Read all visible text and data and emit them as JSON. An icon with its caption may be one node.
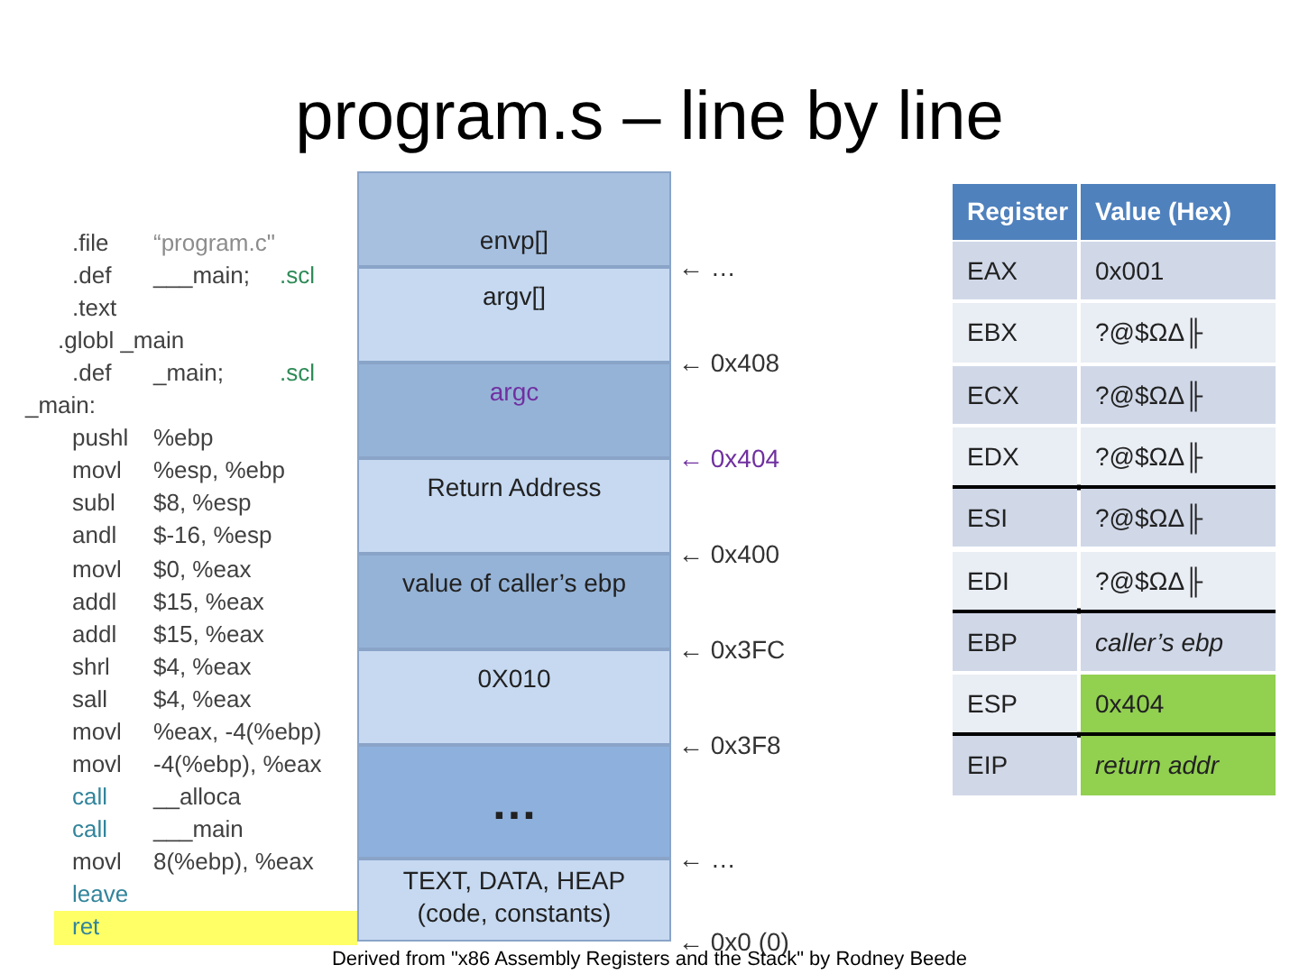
{
  "diagram": {
    "title": "program.s – line by line",
    "caption": "Derived from \"x86 Assembly Registers and the Stack\" by Rodney Beede",
    "nodes": [
      {
        "text": [
          "envp[]"
        ]
      },
      {
        "text": [
          "argv[]"
        ]
      },
      {
        "text": [
          "argc"
        ]
      },
      {
        "text": [
          "Return Address"
        ]
      },
      {
        "text": [
          "value of caller’s ebp"
        ]
      },
      {
        "text": [
          "0X010"
        ]
      },
      {
        "text": [
          "…"
        ]
      },
      {
        "text": [
          "TEXT, DATA, HEAP (code, constants)"
        ]
      }
    ],
    "labels": [
      ".file",
      "“program.c\"",
      ".def",
      "___main;",
      ".scl",
      ".text",
      ".globl _main",
      ".def",
      "_main;",
      ".scl",
      "_main:",
      "pushl",
      "%ebp",
      "movl",
      "%esp, %ebp",
      "subl",
      "$8, %esp",
      "andl",
      "$-16, %esp",
      "movl",
      "$0, %eax",
      "addl",
      "$15, %eax",
      "addl",
      "$15, %eax",
      "shrl",
      "$4, %eax",
      "sall",
      "$4, %eax",
      "movl",
      "%eax, -4(%ebp)",
      "movl",
      "-4(%ebp), %eax",
      "call",
      "__alloca",
      "call",
      "___main",
      "movl",
      "8(%ebp), %eax",
      "leave",
      "ret",
      "← …",
      "← 0x408",
      "← 0x404",
      "← 0x400",
      "← 0x3FC",
      "← 0x3F8",
      "← …",
      "← 0x0 (0)",
      "Register",
      "Value (Hex)",
      "EAX",
      "0x001",
      "EBX",
      "?@$ΩΔ╟",
      "ECX",
      "?@$ΩΔ╟",
      "EDX",
      "?@$ΩΔ╟",
      "ESI",
      "?@$ΩΔ╟",
      "EDI",
      "?@$ΩΔ╟",
      "EBP",
      "caller’s ebp",
      "ESP",
      "0x404",
      "EIP",
      "return addr"
    ]
  }
}
